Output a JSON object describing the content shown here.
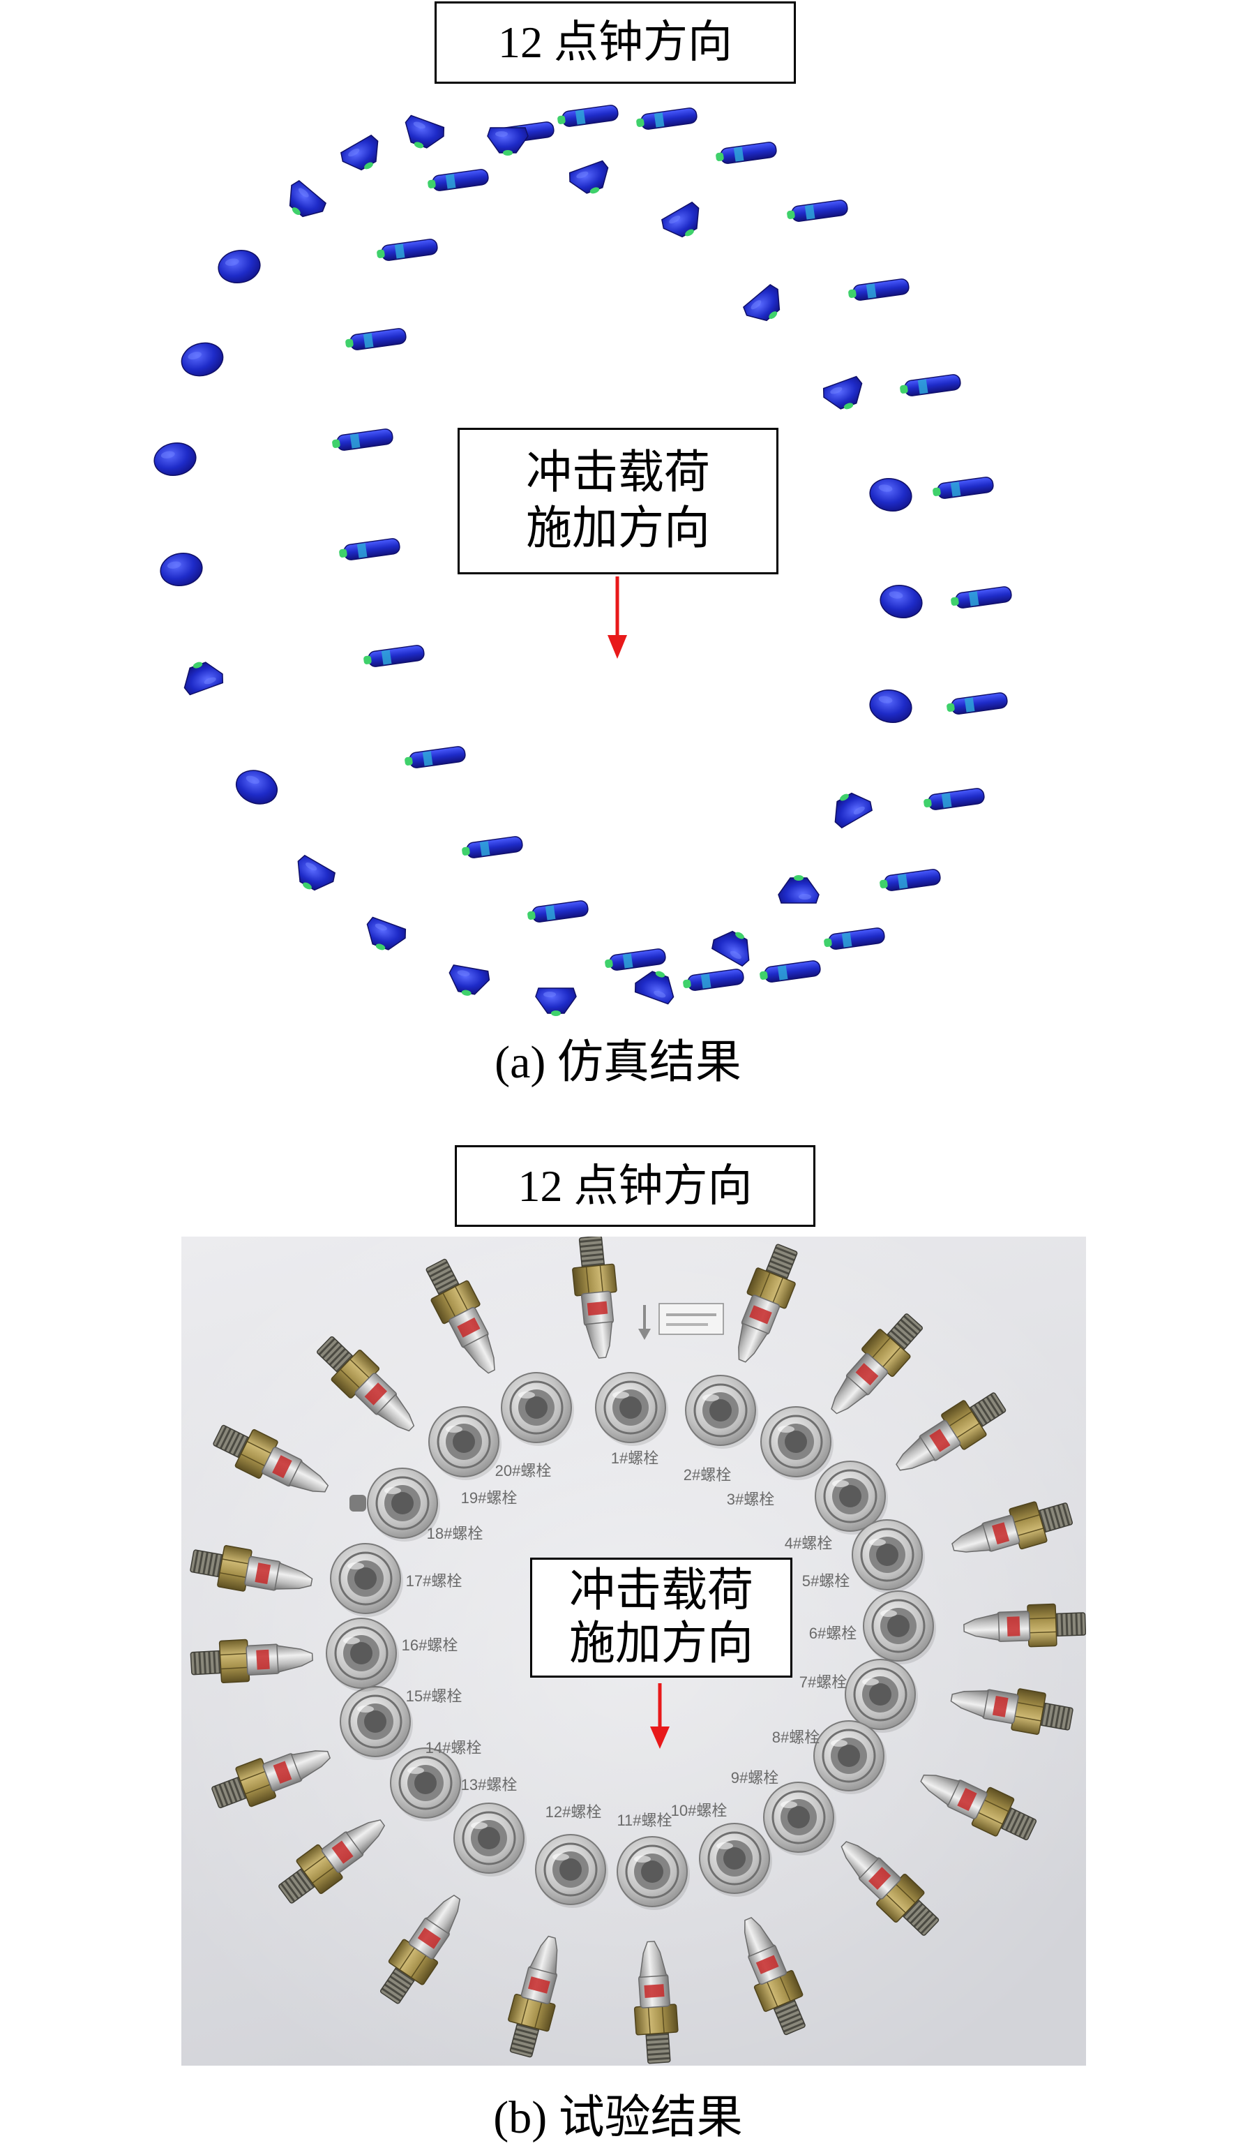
{
  "panel_a": {
    "orientation_label": "12 点钟方向",
    "load_label_line1": "冲击载荷",
    "load_label_line2": "施加方向",
    "caption": "(a) 仿真结果"
  },
  "panel_b": {
    "orientation_label": "12 点钟方向",
    "load_label_line1": "冲击载荷",
    "load_label_line2": "施加方向",
    "caption": "(b) 试验结果",
    "bolt_labels": [
      "1#螺栓",
      "2#螺栓",
      "3#螺栓",
      "4#螺栓",
      "5#螺栓",
      "6#螺栓",
      "7#螺栓",
      "8#螺栓",
      "9#螺栓",
      "10#螺栓",
      "11#螺栓",
      "12#螺栓",
      "13#螺栓",
      "14#螺栓",
      "15#螺栓",
      "16#螺栓",
      "17#螺栓",
      "18#螺栓",
      "19#螺栓",
      "20#螺栓"
    ]
  },
  "colors": {
    "sim_part": "#1e2bc8",
    "sim_tip": "#3fd16b",
    "sim_band": "#2fa6d9",
    "load_arrow": "#e8191a"
  }
}
